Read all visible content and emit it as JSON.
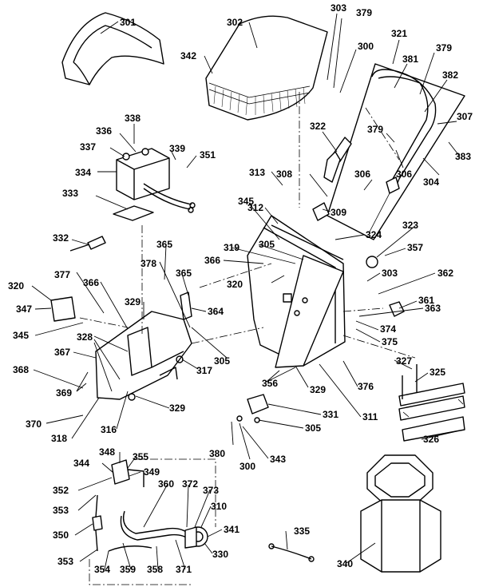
{
  "callouts": [
    {
      "id": "c301",
      "text": "301"
    },
    {
      "id": "c302",
      "text": "302"
    },
    {
      "id": "c303a",
      "text": "303"
    },
    {
      "id": "c379a",
      "text": "379"
    },
    {
      "id": "c300a",
      "text": "300"
    },
    {
      "id": "c321",
      "text": "321"
    },
    {
      "id": "c342",
      "text": "342"
    },
    {
      "id": "c381",
      "text": "381"
    },
    {
      "id": "c379b",
      "text": "379"
    },
    {
      "id": "c382",
      "text": "382"
    },
    {
      "id": "c307",
      "text": "307"
    },
    {
      "id": "c322",
      "text": "322"
    },
    {
      "id": "c379c",
      "text": "379"
    },
    {
      "id": "c306a",
      "text": "306"
    },
    {
      "id": "c383",
      "text": "383"
    },
    {
      "id": "c304",
      "text": "304"
    },
    {
      "id": "c306b",
      "text": "306"
    },
    {
      "id": "c338",
      "text": "338"
    },
    {
      "id": "c336",
      "text": "336"
    },
    {
      "id": "c337",
      "text": "337"
    },
    {
      "id": "c339",
      "text": "339"
    },
    {
      "id": "c351",
      "text": "351"
    },
    {
      "id": "c334",
      "text": "334"
    },
    {
      "id": "c313",
      "text": "313"
    },
    {
      "id": "c308",
      "text": "308"
    },
    {
      "id": "c333",
      "text": "333"
    },
    {
      "id": "c345a",
      "text": "345"
    },
    {
      "id": "c312",
      "text": "312"
    },
    {
      "id": "c309",
      "text": "309"
    },
    {
      "id": "c323",
      "text": "323"
    },
    {
      "id": "c324",
      "text": "324"
    },
    {
      "id": "c332",
      "text": "332"
    },
    {
      "id": "c305a",
      "text": "305"
    },
    {
      "id": "c357",
      "text": "357"
    },
    {
      "id": "c365a",
      "text": "365"
    },
    {
      "id": "c319",
      "text": "319"
    },
    {
      "id": "c366a",
      "text": "366"
    },
    {
      "id": "c378",
      "text": "378"
    },
    {
      "id": "c365b",
      "text": "365"
    },
    {
      "id": "c303b",
      "text": "303"
    },
    {
      "id": "c362",
      "text": "362"
    },
    {
      "id": "c320a",
      "text": "320"
    },
    {
      "id": "c377",
      "text": "377"
    },
    {
      "id": "c366b",
      "text": "366"
    },
    {
      "id": "c320b",
      "text": "320"
    },
    {
      "id": "c361",
      "text": "361"
    },
    {
      "id": "c347",
      "text": "347"
    },
    {
      "id": "c329a",
      "text": "329"
    },
    {
      "id": "c364",
      "text": "364"
    },
    {
      "id": "c363",
      "text": "363"
    },
    {
      "id": "c345b",
      "text": "345"
    },
    {
      "id": "c374",
      "text": "374"
    },
    {
      "id": "c328",
      "text": "328"
    },
    {
      "id": "c375",
      "text": "375"
    },
    {
      "id": "c367",
      "text": "367"
    },
    {
      "id": "c305b",
      "text": "305"
    },
    {
      "id": "c327",
      "text": "327"
    },
    {
      "id": "c317",
      "text": "317"
    },
    {
      "id": "c368",
      "text": "368"
    },
    {
      "id": "c325",
      "text": "325"
    },
    {
      "id": "c356",
      "text": "356"
    },
    {
      "id": "c376",
      "text": "376"
    },
    {
      "id": "c329b",
      "text": "329"
    },
    {
      "id": "c369",
      "text": "369"
    },
    {
      "id": "c329c",
      "text": "329"
    },
    {
      "id": "c311",
      "text": "311"
    },
    {
      "id": "c331",
      "text": "331"
    },
    {
      "id": "c370",
      "text": "370"
    },
    {
      "id": "c316",
      "text": "316"
    },
    {
      "id": "c326",
      "text": "326"
    },
    {
      "id": "c305c",
      "text": "305"
    },
    {
      "id": "c318",
      "text": "318"
    },
    {
      "id": "c380",
      "text": "380"
    },
    {
      "id": "c343",
      "text": "343"
    },
    {
      "id": "c300b",
      "text": "300"
    },
    {
      "id": "c348",
      "text": "348"
    },
    {
      "id": "c355",
      "text": "355"
    },
    {
      "id": "c344",
      "text": "344"
    },
    {
      "id": "c349",
      "text": "349"
    },
    {
      "id": "c360",
      "text": "360"
    },
    {
      "id": "c372",
      "text": "372"
    },
    {
      "id": "c373",
      "text": "373"
    },
    {
      "id": "c352",
      "text": "352"
    },
    {
      "id": "c310",
      "text": "310"
    },
    {
      "id": "c353a",
      "text": "353"
    },
    {
      "id": "c341",
      "text": "341"
    },
    {
      "id": "c335",
      "text": "335"
    },
    {
      "id": "c350",
      "text": "350"
    },
    {
      "id": "c330",
      "text": "330"
    },
    {
      "id": "c353b",
      "text": "353"
    },
    {
      "id": "c354",
      "text": "354"
    },
    {
      "id": "c359",
      "text": "359"
    },
    {
      "id": "c358",
      "text": "358"
    },
    {
      "id": "c371",
      "text": "371"
    },
    {
      "id": "c340",
      "text": "340"
    }
  ]
}
